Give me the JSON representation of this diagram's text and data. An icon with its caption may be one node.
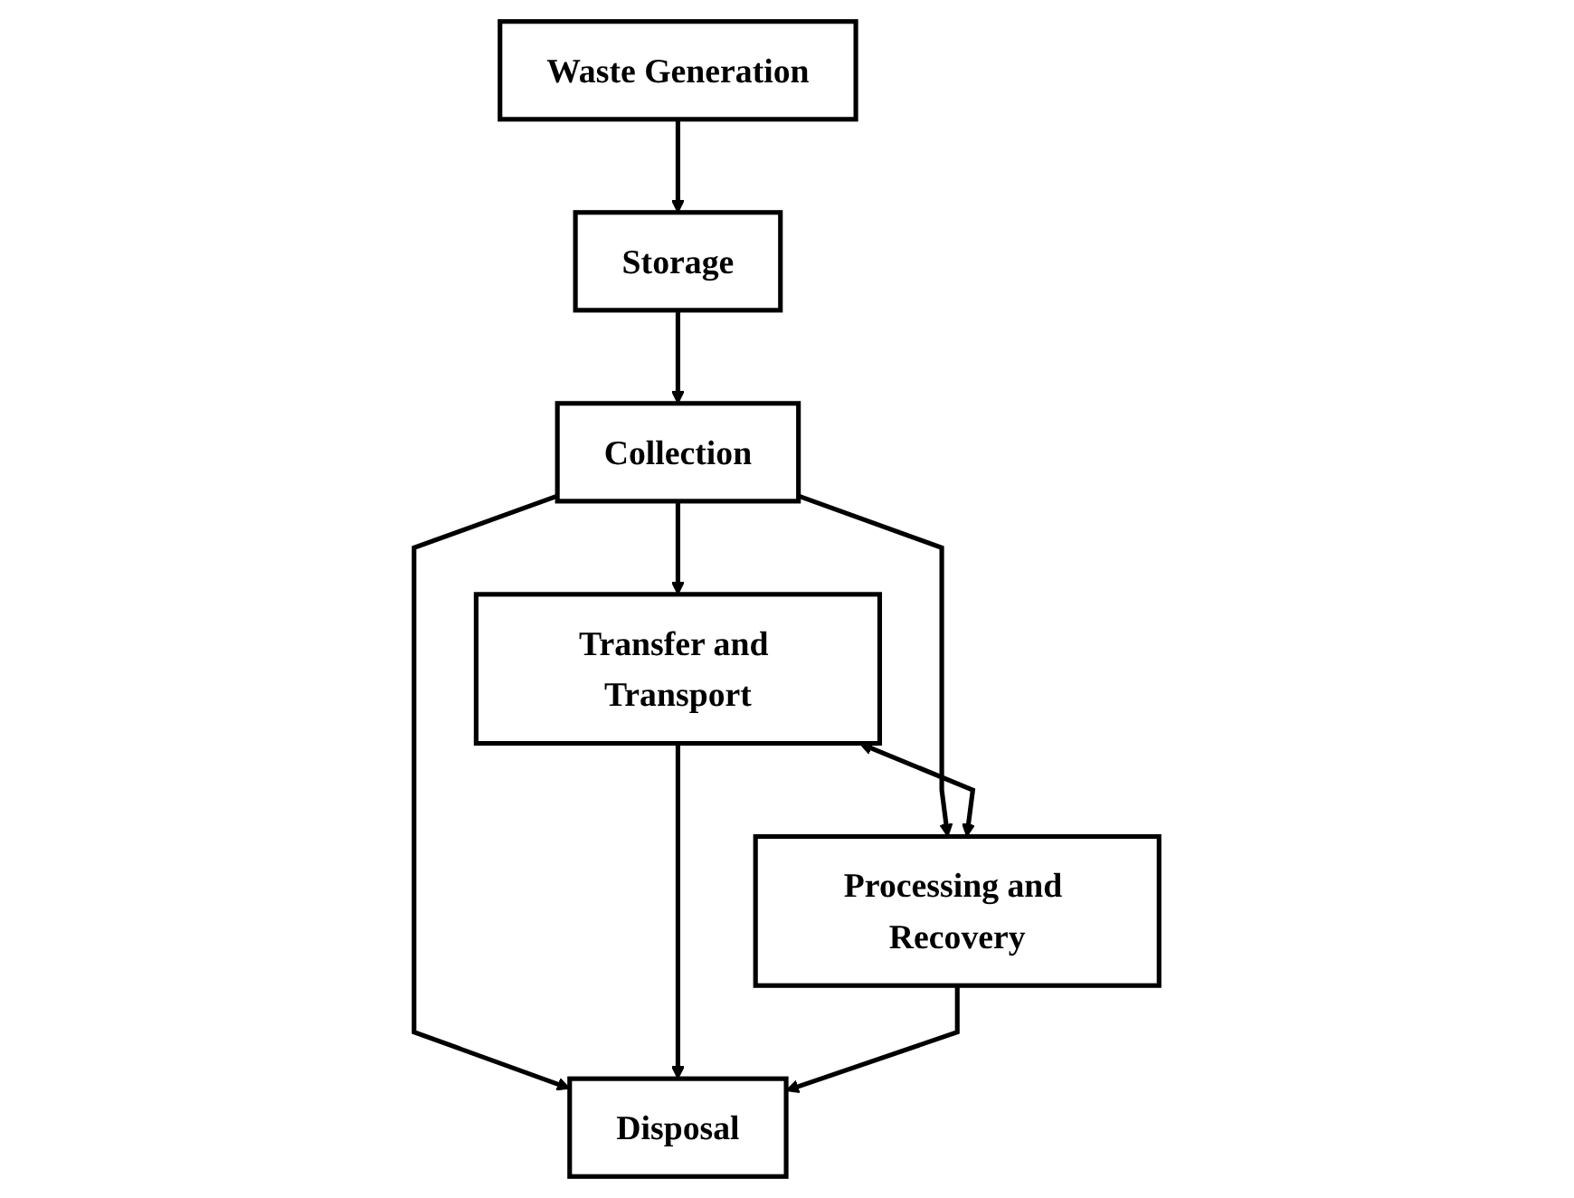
{
  "diagram": {
    "nodes": [
      {
        "text": [
          "Waste Generation"
        ]
      },
      {
        "text": [
          "Storage"
        ]
      },
      {
        "text": [
          "Collection"
        ]
      },
      {
        "text": [
          "Transfer and Transport"
        ]
      },
      {
        "text": [
          "Processing and Recovery"
        ]
      },
      {
        "text": [
          "Disposal"
        ]
      }
    ],
    "edges": [
      {
        "from": 0,
        "to": 1,
        "arrow": "to"
      },
      {
        "from": 1,
        "to": 2,
        "arrow": "to"
      },
      {
        "from": 2,
        "to": 3,
        "arrow": "to"
      },
      {
        "from": 2,
        "to": 4,
        "arrow": "to"
      },
      {
        "from": 2,
        "to": 5,
        "arrow": "to"
      },
      {
        "from": 3,
        "to": 4,
        "arrow": "both"
      },
      {
        "from": 3,
        "to": 5,
        "arrow": "to"
      },
      {
        "from": 4,
        "to": 5,
        "arrow": "to"
      }
    ]
  }
}
